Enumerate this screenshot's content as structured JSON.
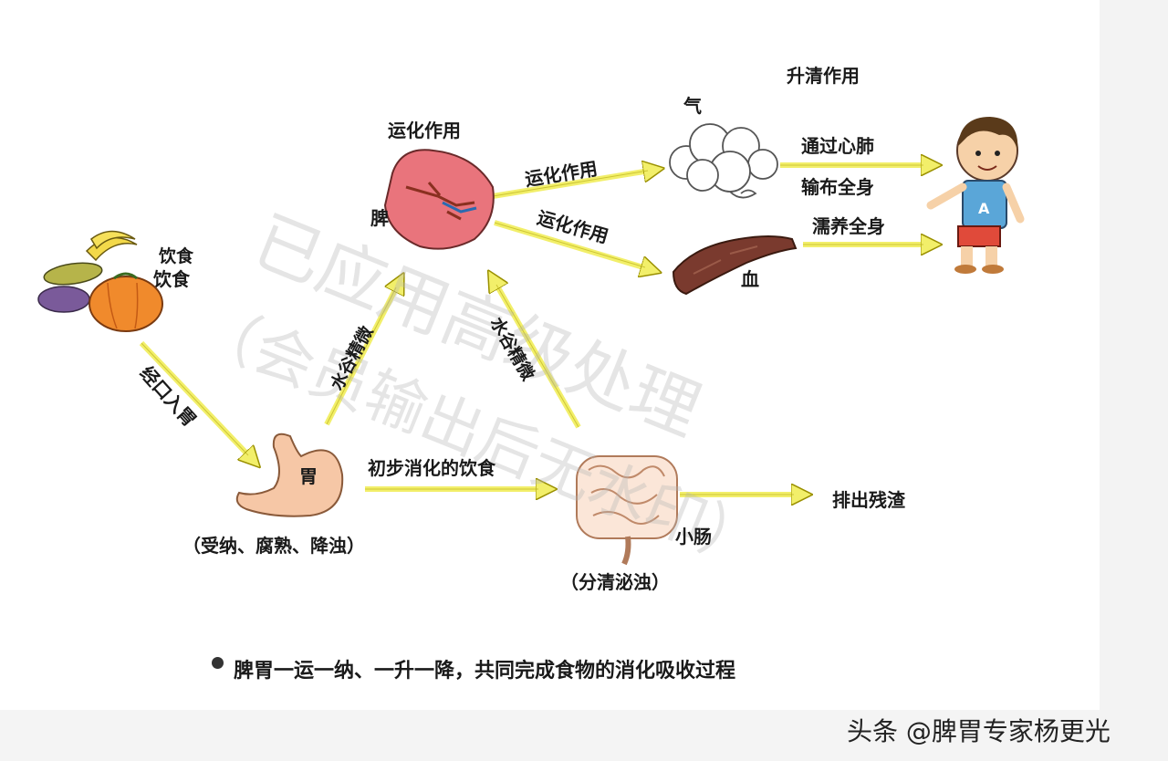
{
  "labels": {
    "shengqing": "升清作用",
    "yunhua_top": "运化作用",
    "qi": "气",
    "tongguo": "通过心肺",
    "shubu": "输布全身",
    "yunhua1": "运化作用",
    "yunhua2": "运化作用",
    "pi": "脾",
    "ruyang": "濡养全身",
    "xue": "血",
    "yinshi_top": "饮食",
    "yinshi": "饮食",
    "jingkou": "经口入胃",
    "shuigu_left": "水谷精微",
    "shuigu_right": "水谷精微",
    "wei": "胃",
    "chubu": "初步消化的饮食",
    "paichu": "排出残渣",
    "xiaochang": "小肠",
    "wei_func": "（受纳、腐熟、降浊）",
    "xiaochang_func": "（分清泌浊）"
  },
  "summary": "脾胃一运一纳、一升一降，共同完成食物的消化吸收过程",
  "credit": "头条 @脾胃专家杨更光",
  "watermark": {
    "line1": "已应用高级处理",
    "line2": "（会员输出后无水印）"
  },
  "colors": {
    "arrow_fill": "#f2ef6a",
    "arrow_stroke": "#9a9000",
    "spleen": "#e9747c",
    "blood": "#7a3a2e",
    "stomach": "#f6c7a6"
  }
}
